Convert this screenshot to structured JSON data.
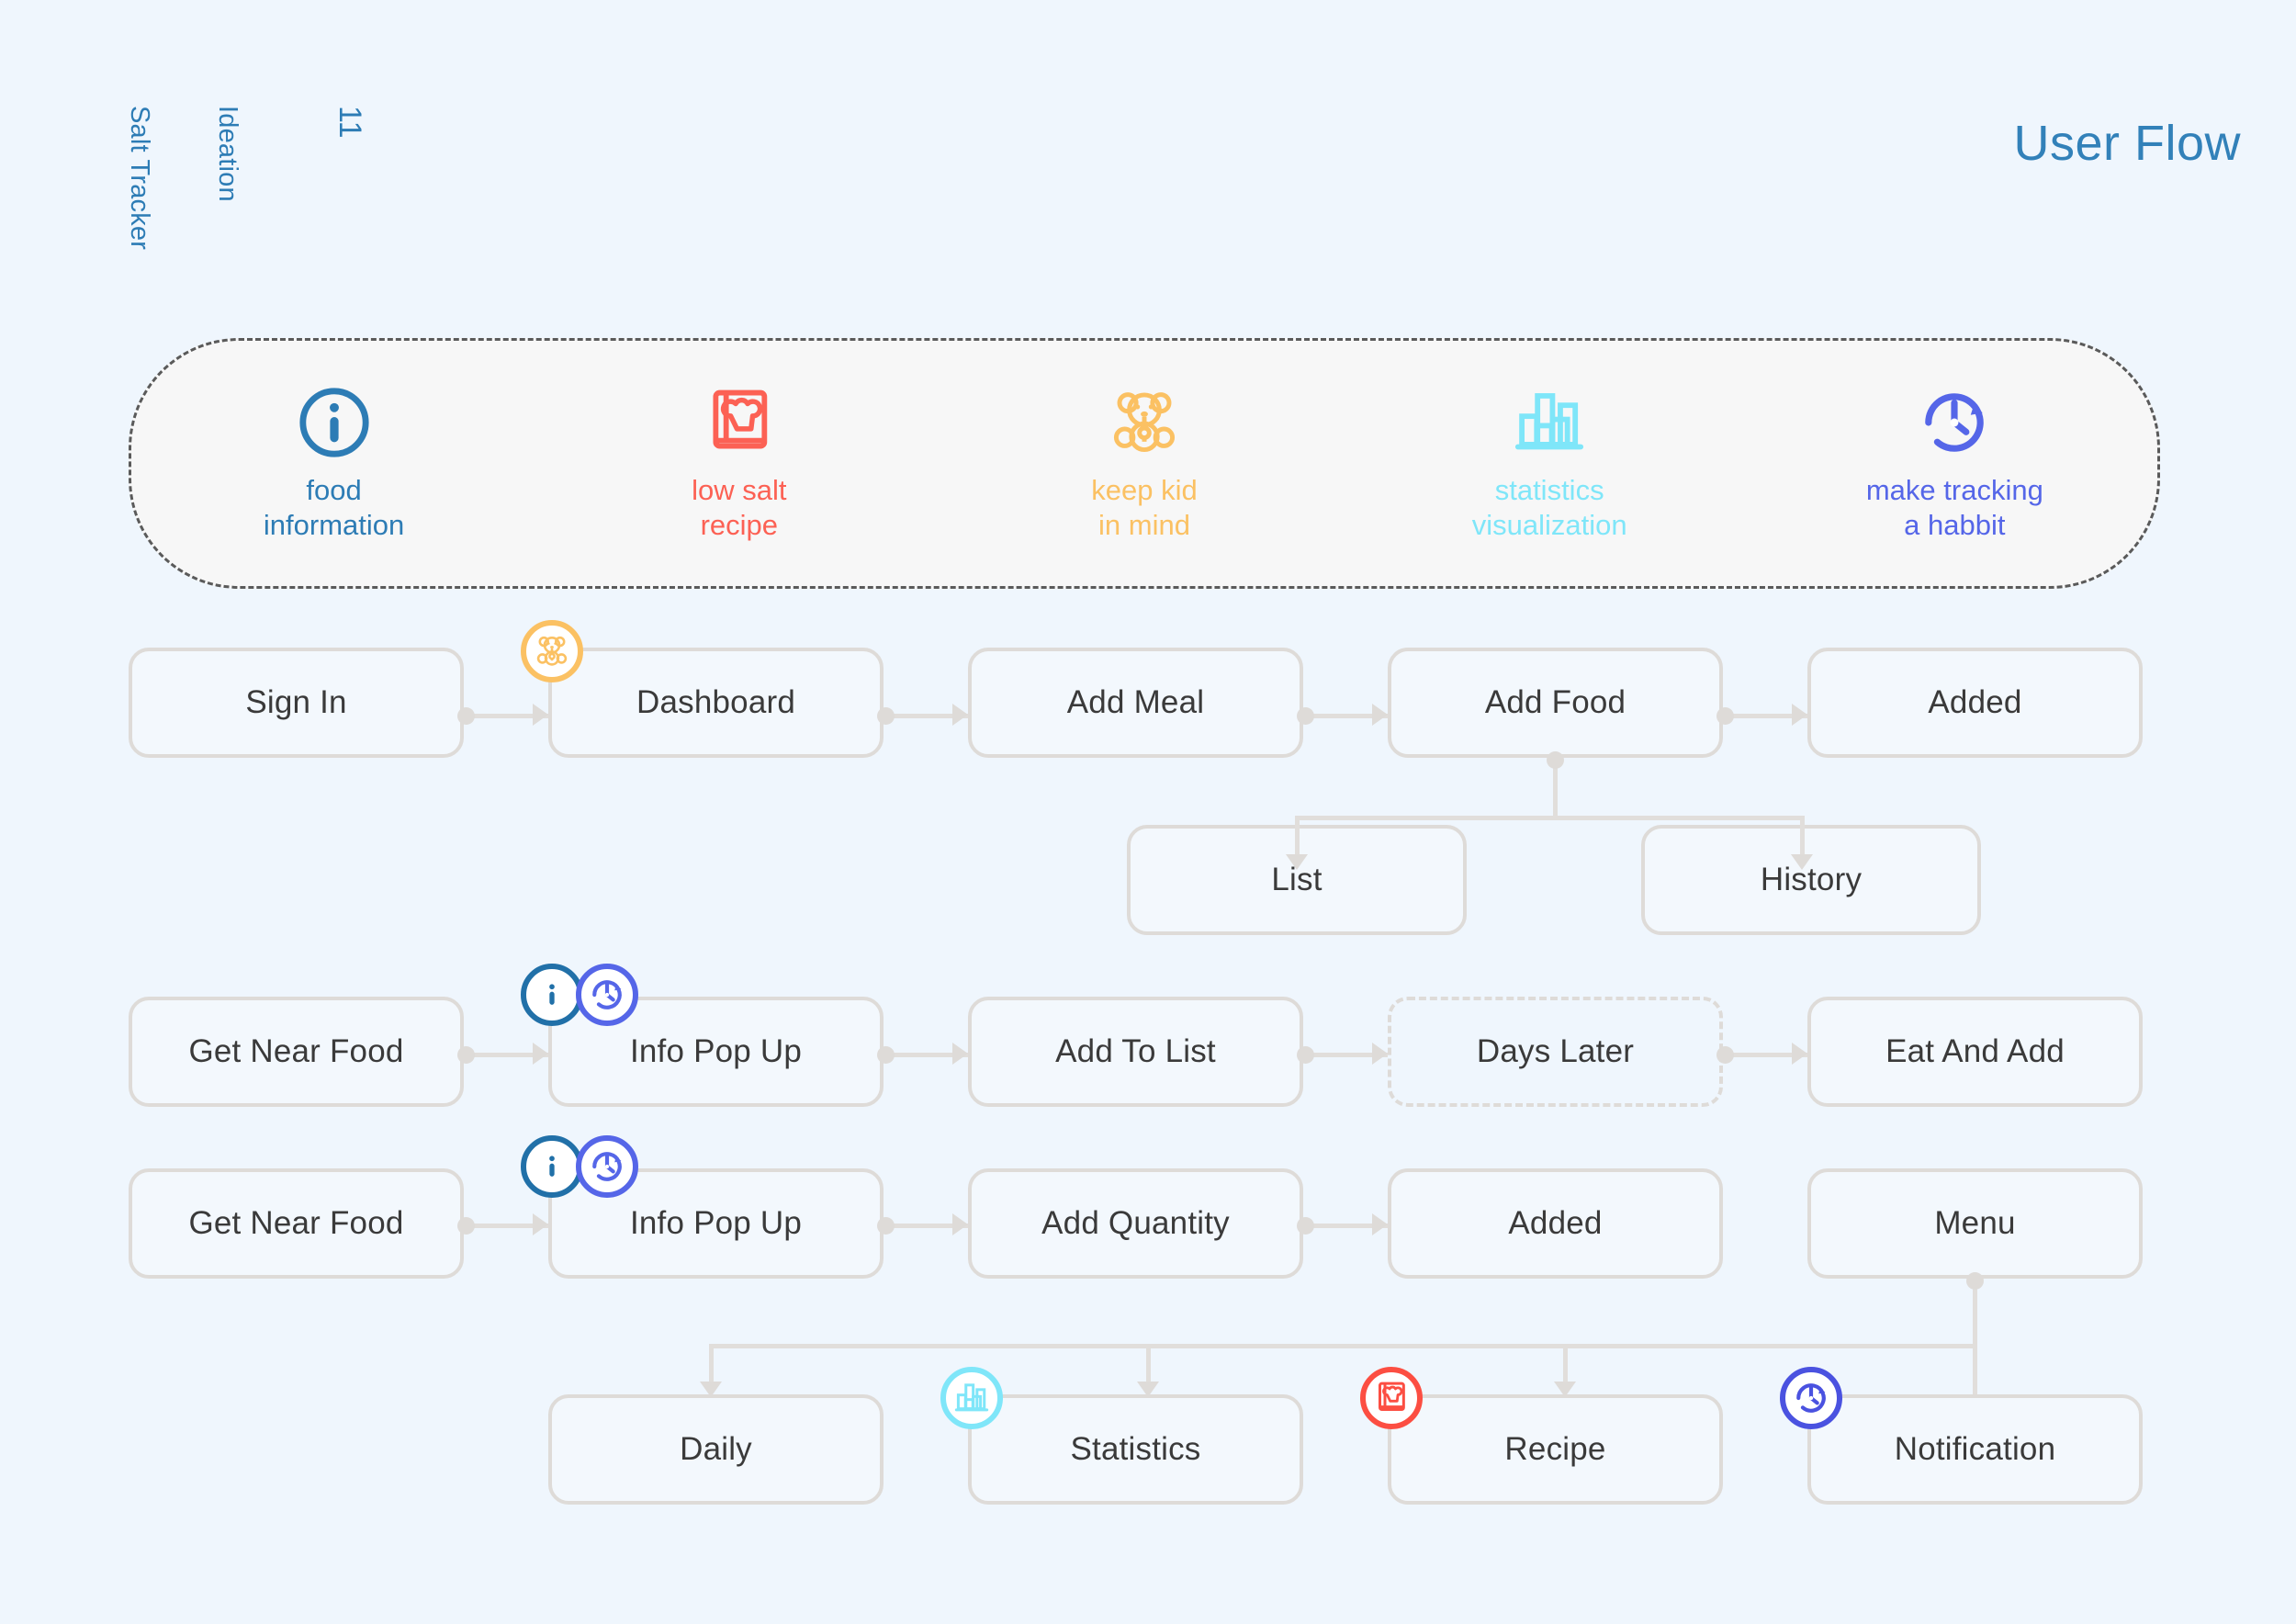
{
  "meta": {
    "side_label_project": "Salt Tracker",
    "side_label_phase": "Ideation",
    "side_label_page": "11",
    "title": "User Flow"
  },
  "colors": {
    "page_background": "#eff6fd",
    "title_blue": "#3281b9",
    "info_blue": "#2d7cb5",
    "recipe_red": "#fc6154",
    "kid_amber": "#fbc163",
    "stats_cyan": "#7fe6f9",
    "habit_purple": "#5566e8",
    "node_border": "#dedbd8",
    "node_fill": "#f3f8fd",
    "connector": "#e1dedb",
    "legend_fill": "#f7f7f7",
    "legend_border": "#5a5a5a"
  },
  "legend": {
    "items": [
      {
        "icon": "info-circle-icon",
        "label": "food\ninformation",
        "color": "#2d7cb5"
      },
      {
        "icon": "recipe-book-icon",
        "label": "low salt\nrecipe",
        "color": "#fc6154"
      },
      {
        "icon": "teddy-bear-icon",
        "label": "keep kid\nin mind",
        "color": "#fbc163"
      },
      {
        "icon": "bar-chart-icon",
        "label": "statistics\nvisualization",
        "color": "#7fe6f9"
      },
      {
        "icon": "clock-arrow-icon",
        "label": "make tracking\na habbit",
        "color": "#5566e8"
      }
    ]
  },
  "flow": {
    "rows": [
      {
        "name": "main-flow-row",
        "nodes": [
          {
            "label": "Sign In",
            "badges": []
          },
          {
            "label": "Dashboard",
            "badges": [
              "teddy-bear-icon"
            ]
          },
          {
            "label": "Add Meal",
            "badges": []
          },
          {
            "label": "Add Food",
            "badges": []
          },
          {
            "label": "Added",
            "badges": []
          }
        ]
      },
      {
        "name": "add-food-branch-row",
        "nodes": [
          {
            "label": "List",
            "badges": []
          },
          {
            "label": "History",
            "badges": []
          }
        ]
      },
      {
        "name": "near-food-list-row",
        "nodes": [
          {
            "label": "Get Near Food",
            "badges": []
          },
          {
            "label": "Info Pop Up",
            "badges": [
              "info-circle-icon",
              "clock-arrow-icon"
            ]
          },
          {
            "label": "Add To List",
            "badges": []
          },
          {
            "label": "Days Later",
            "badges": [],
            "style": "dashed"
          },
          {
            "label": "Eat And Add",
            "badges": []
          }
        ]
      },
      {
        "name": "near-food-quantity-row",
        "nodes": [
          {
            "label": "Get Near Food",
            "badges": []
          },
          {
            "label": "Info Pop Up",
            "badges": [
              "info-circle-icon",
              "clock-arrow-icon"
            ]
          },
          {
            "label": "Add Quantity",
            "badges": []
          },
          {
            "label": "Added",
            "badges": []
          },
          {
            "label": "Menu",
            "badges": []
          }
        ]
      },
      {
        "name": "menu-branch-row",
        "nodes": [
          {
            "label": "Daily",
            "badges": []
          },
          {
            "label": "Statistics",
            "badges": [
              "bar-chart-icon"
            ]
          },
          {
            "label": "Recipe",
            "badges": [
              "recipe-book-icon"
            ]
          },
          {
            "label": "Notification",
            "badges": [
              "clock-arrow-icon"
            ]
          }
        ]
      }
    ]
  }
}
